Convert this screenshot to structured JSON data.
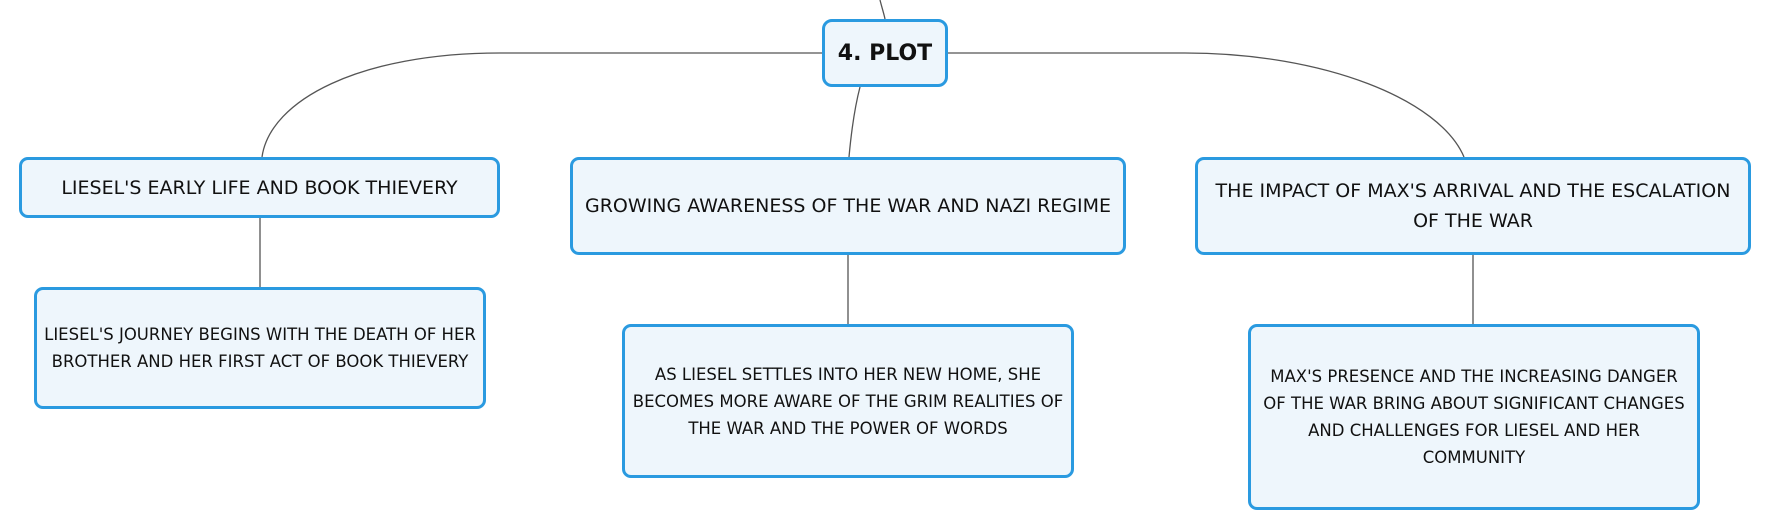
{
  "root": {
    "label": "4. PLOT"
  },
  "topics": [
    {
      "label": "LIESEL'S EARLY LIFE AND BOOK THIEVERY",
      "detail": "LIESEL'S JOURNEY BEGINS WITH THE DEATH OF HER BROTHER AND HER FIRST ACT OF BOOK THIEVERY"
    },
    {
      "label": "GROWING AWARENESS OF THE WAR AND NAZI REGIME",
      "detail": "AS LIESEL SETTLES INTO HER NEW HOME, SHE BECOMES MORE AWARE OF THE GRIM REALITIES OF THE WAR AND THE POWER OF WORDS"
    },
    {
      "label": "THE IMPACT OF MAX'S ARRIVAL AND THE ESCALATION OF THE WAR",
      "detail": "MAX'S PRESENCE AND THE INCREASING DANGER OF THE WAR BRING ABOUT SIGNIFICANT CHANGES AND CHALLENGES FOR LIESEL AND HER COMMUNITY"
    }
  ],
  "colors": {
    "node_border": "#2a9ae0",
    "node_fill": "#eef6fc",
    "connector": "#555555"
  }
}
